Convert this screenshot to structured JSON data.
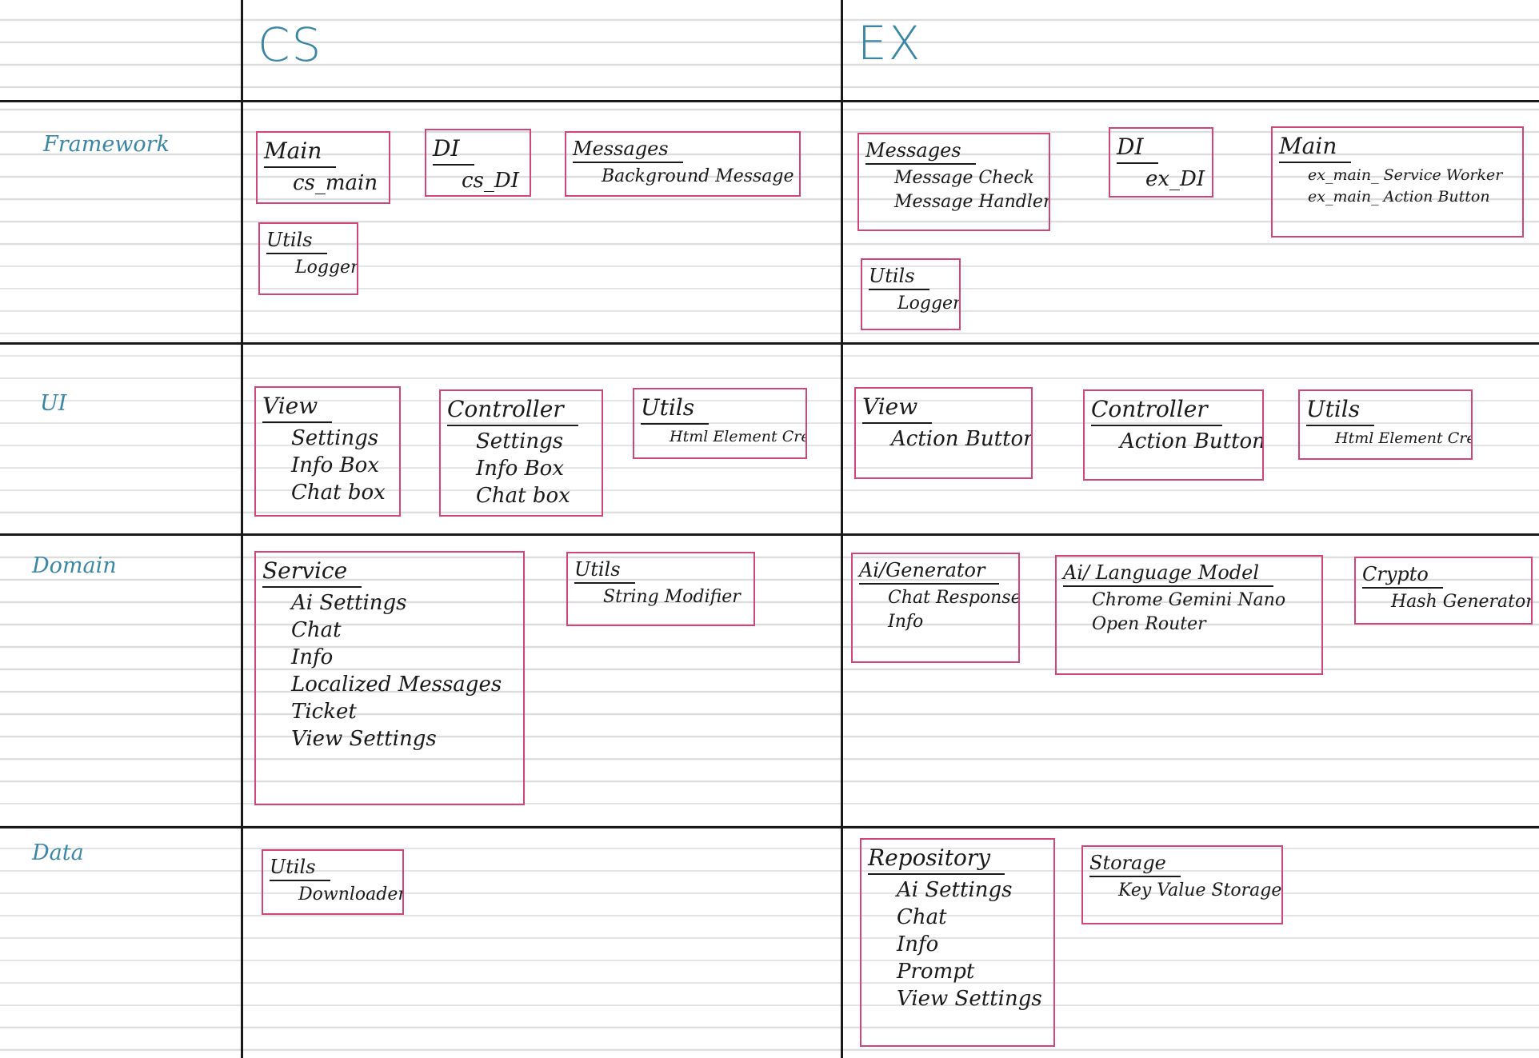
{
  "columns": {
    "cs": "CS",
    "ex": "EX"
  },
  "rows": {
    "framework": "Framework",
    "ui": "UI",
    "domain": "Domain",
    "data": "Data"
  },
  "colors": {
    "column_header": "#3a86a6",
    "box_border": "#d0457a",
    "ink": "#1a1a1a"
  },
  "boxes": {
    "cs_fw_main": {
      "title": "Main",
      "items": [
        "cs_main"
      ]
    },
    "cs_fw_di": {
      "title": "DI",
      "items": [
        "cs_DI"
      ]
    },
    "cs_fw_messages": {
      "title": "Messages",
      "items": [
        "Background Message"
      ]
    },
    "cs_fw_utils": {
      "title": "Utils",
      "items": [
        "Logger"
      ]
    },
    "ex_fw_messages": {
      "title": "Messages",
      "items": [
        "Message Check",
        "Message Handler"
      ]
    },
    "ex_fw_di": {
      "title": "DI",
      "items": [
        "ex_DI"
      ]
    },
    "ex_fw_main": {
      "title": "Main",
      "items": [
        "ex_main_ Service Worker",
        "ex_main_ Action Button"
      ]
    },
    "ex_fw_utils": {
      "title": "Utils",
      "items": [
        "Logger"
      ]
    },
    "cs_ui_view": {
      "title": "View",
      "items": [
        "Settings",
        "Info Box",
        "Chat box"
      ]
    },
    "cs_ui_controller": {
      "title": "Controller",
      "items": [
        "Settings",
        "Info Box",
        "Chat box"
      ]
    },
    "cs_ui_utils": {
      "title": "Utils",
      "items": [
        "Html Element Creator"
      ]
    },
    "ex_ui_view": {
      "title": "View",
      "items": [
        "Action Button"
      ]
    },
    "ex_ui_controller": {
      "title": "Controller",
      "items": [
        "Action Button"
      ]
    },
    "ex_ui_utils": {
      "title": "Utils",
      "items": [
        "Html Element Creator"
      ]
    },
    "cs_dom_service": {
      "title": "Service",
      "items": [
        "Ai Settings",
        "Chat",
        "Info",
        "Localized Messages",
        "Ticket",
        "View Settings"
      ]
    },
    "cs_dom_utils": {
      "title": "Utils",
      "items": [
        "String Modifier"
      ]
    },
    "ex_dom_ai_gen": {
      "title": "Ai/Generator",
      "items": [
        "Chat Response",
        "Info"
      ]
    },
    "ex_dom_ai_lm": {
      "title": "Ai/ Language Model",
      "items": [
        "Chrome Gemini Nano",
        "Open Router"
      ]
    },
    "ex_dom_crypto": {
      "title": "Crypto",
      "items": [
        "Hash Generator"
      ]
    },
    "cs_data_utils": {
      "title": "Utils",
      "items": [
        "Downloader"
      ]
    },
    "ex_data_repo": {
      "title": "Repository",
      "items": [
        "Ai Settings",
        "Chat",
        "Info",
        "Prompt",
        "View Settings"
      ]
    },
    "ex_data_storage": {
      "title": "Storage",
      "items": [
        "Key Value Storage"
      ]
    }
  }
}
